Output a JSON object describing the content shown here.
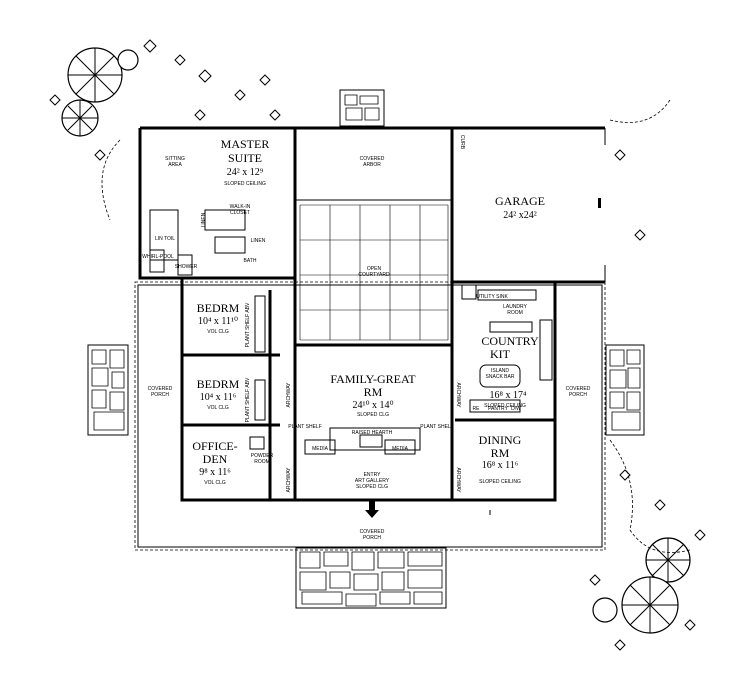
{
  "rooms": {
    "master_suite": {
      "name_line1": "MASTER",
      "name_line2": "SUITE",
      "dims": "24² x 12⁹",
      "note": "SLOPED CEILING"
    },
    "sitting_area": {
      "line1": "SITTING",
      "line2": "AREA"
    },
    "covered_arbor": {
      "line1": "COVERED",
      "line2": "ARBOR"
    },
    "garage": {
      "name": "GARAGE",
      "dims": "24² x24²",
      "curb": "CURB"
    },
    "walk_in_closet": {
      "line1": "WALK-IN",
      "line2": "CLOSET"
    },
    "linen_1": "LINEN",
    "linen_2": "LINEN",
    "bath": "BATH",
    "linen_toil": "LIN TOIL",
    "whirlpool": "WHIRL-POOL",
    "shower": "SHOWER",
    "open_courtyard": {
      "line1": "OPEN",
      "line2": "COURTYARD"
    },
    "utility": "UTILITY SINK",
    "laundry": {
      "line1": "LAUNDRY",
      "line2": "ROOM"
    },
    "bedrm1": {
      "name": "BEDRM",
      "dims": "10⁴ x 11¹⁰",
      "note": "VOL CLG"
    },
    "bedrm2": {
      "name": "BEDRM",
      "dims": "10⁴ x 11⁶",
      "note": "VOL CLG"
    },
    "plant_shelf": "PLANT SHELF ABV",
    "country_kit": {
      "line1": "COUNTRY",
      "line2": "KIT",
      "dims": "16⁸ x 17⁴",
      "note": "SLOPED CEILING"
    },
    "island": {
      "line1": "ISLAND",
      "line2": "SNACK BAR"
    },
    "family_great": {
      "line1": "FAMILY-GREAT",
      "line2": "RM",
      "dims": "24¹⁰ x 14⁰",
      "note": "SLOPED CLG"
    },
    "archway_left": "ARCHWAY",
    "archway_right": "ARCHWAY",
    "archway_bottom_left": "ARCHWAY",
    "archway_bottom_right": "ARCHWAY",
    "plant_shelf_left": "PLANT SHELF",
    "plant_shelf_right": "PLANT SHELF",
    "raised_hearth": "RAISED HEARTH",
    "media_left": "MEDIA",
    "media_right": "MEDIA",
    "entry": {
      "line1": "ENTRY",
      "line2": "ART GALLERY",
      "note": "SLOPED CLG"
    },
    "office_den": {
      "line1": "OFFICE-",
      "line2": "DEN",
      "dims": "9⁸ x 11⁶",
      "note": "VOL CLG"
    },
    "powder_room": {
      "line1": "POWDER",
      "line2": "ROOM"
    },
    "dining": {
      "line1": "DINING",
      "line2": "RM",
      "dims": "16⁸ x 11⁶",
      "note": "SLOPED CEILING"
    },
    "pantry": "PANTRY",
    "refrig": "RE",
    "dw": "D/W",
    "covered_porch_left": {
      "line1": "COVERED",
      "line2": "PORCH"
    },
    "covered_porch_right": {
      "line1": "COVERED",
      "line2": "PORCH"
    },
    "covered_porch_bottom": {
      "line1": "COVERED",
      "line2": "PORCH"
    }
  }
}
